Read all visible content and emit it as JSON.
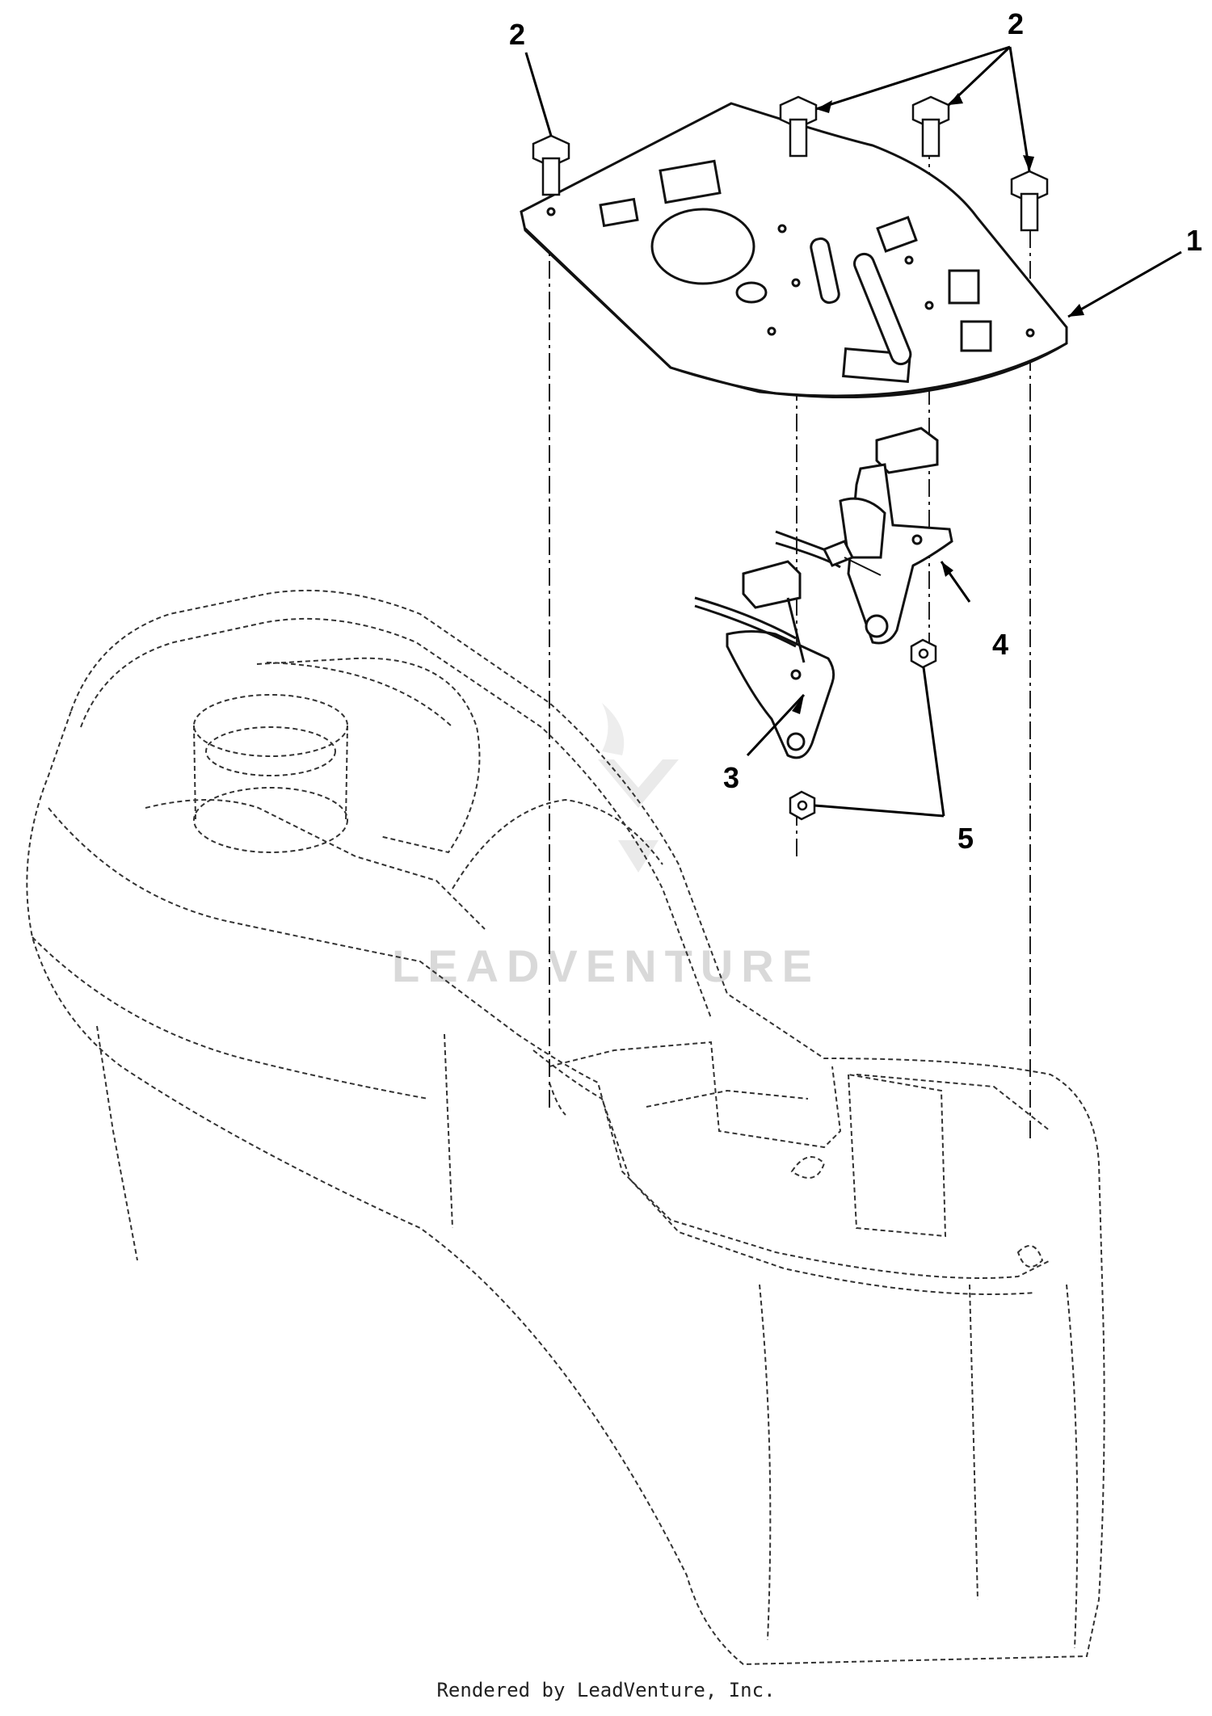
{
  "callouts": {
    "c1": "1",
    "c2a": "2",
    "c2b": "2",
    "c3": "3",
    "c4": "4",
    "c5": "5"
  },
  "watermark": "LEADVENTURE",
  "footer": "Rendered by LeadVenture, Inc."
}
